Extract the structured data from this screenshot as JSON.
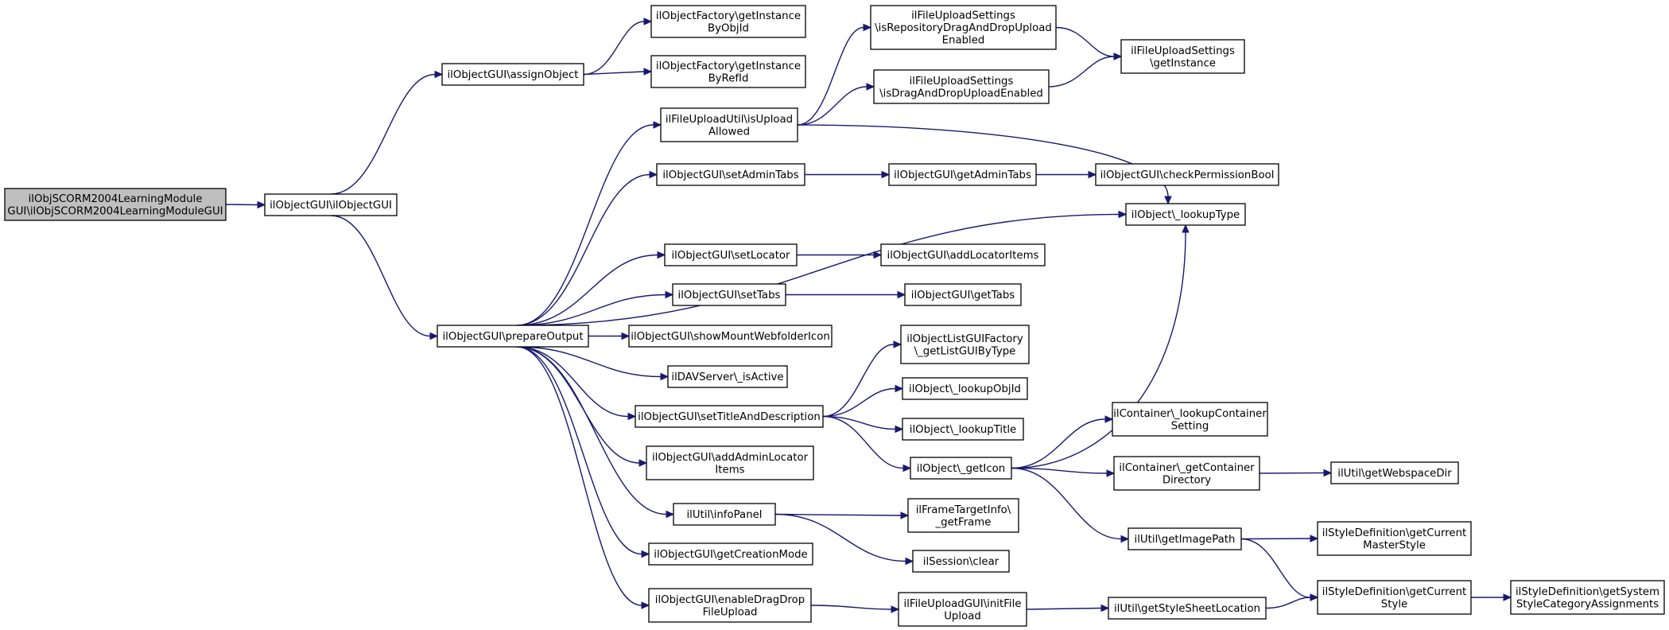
{
  "diagram": {
    "type": "call-graph",
    "colors": {
      "edge": "#191970",
      "node_fill": "#ffffff",
      "root_fill": "#bfbfbf",
      "border": "#000000"
    },
    "nodes": [
      {
        "id": "root",
        "lines": [
          "ilObjSCORM2004LearningModule",
          "GUI\\ilObjSCORM2004LearningModuleGUI"
        ],
        "root": true
      },
      {
        "id": "ctor",
        "lines": [
          "ilObjectGUI\\ilObjectGUI"
        ]
      },
      {
        "id": "assign",
        "lines": [
          "ilObjectGUI\\assignObject"
        ]
      },
      {
        "id": "prepare",
        "lines": [
          "ilObjectGUI\\prepareOutput"
        ]
      },
      {
        "id": "fact_obj",
        "lines": [
          "ilObjectFactory\\getInstance",
          "ByObjId"
        ]
      },
      {
        "id": "fact_ref",
        "lines": [
          "ilObjectFactory\\getInstance",
          "ByRefId"
        ]
      },
      {
        "id": "upload_allowed",
        "lines": [
          "ilFileUploadUtil\\isUpload",
          "Allowed"
        ]
      },
      {
        "id": "repo_dd",
        "lines": [
          "ilFileUploadSettings",
          "\\isRepositoryDragAndDropUpload",
          "Enabled"
        ]
      },
      {
        "id": "dd_enabled",
        "lines": [
          "ilFileUploadSettings",
          "\\isDragAndDropUploadEnabled"
        ]
      },
      {
        "id": "fus_inst",
        "lines": [
          "ilFileUploadSettings",
          "\\getInstance"
        ]
      },
      {
        "id": "set_admin",
        "lines": [
          "ilObjectGUI\\setAdminTabs"
        ]
      },
      {
        "id": "get_admin",
        "lines": [
          "ilObjectGUI\\getAdminTabs"
        ]
      },
      {
        "id": "check_perm",
        "lines": [
          "ilObjectGUI\\checkPermissionBool"
        ]
      },
      {
        "id": "lookup_type",
        "lines": [
          "ilObject\\_lookupType"
        ]
      },
      {
        "id": "set_locator",
        "lines": [
          "ilObjectGUI\\setLocator"
        ]
      },
      {
        "id": "add_locator",
        "lines": [
          "ilObjectGUI\\addLocatorItems"
        ]
      },
      {
        "id": "set_tabs",
        "lines": [
          "ilObjectGUI\\setTabs"
        ]
      },
      {
        "id": "get_tabs",
        "lines": [
          "ilObjectGUI\\getTabs"
        ]
      },
      {
        "id": "mount",
        "lines": [
          "ilObjectGUI\\showMountWebfolderIcon"
        ]
      },
      {
        "id": "dav",
        "lines": [
          "ilDAVServer\\_isActive"
        ]
      },
      {
        "id": "set_title",
        "lines": [
          "ilObjectGUI\\setTitleAndDescription"
        ]
      },
      {
        "id": "list_gui",
        "lines": [
          "ilObjectListGUIFactory",
          "\\_getListGUIByType"
        ]
      },
      {
        "id": "lookup_objid",
        "lines": [
          "ilObject\\_lookupObjId"
        ]
      },
      {
        "id": "lookup_title",
        "lines": [
          "ilObject\\_lookupTitle"
        ]
      },
      {
        "id": "get_icon",
        "lines": [
          "ilObject\\_getIcon"
        ]
      },
      {
        "id": "cont_lookup",
        "lines": [
          "ilContainer\\_lookupContainer",
          "Setting"
        ]
      },
      {
        "id": "cont_dir",
        "lines": [
          "ilContainer\\_getContainer",
          "Directory"
        ]
      },
      {
        "id": "webspace",
        "lines": [
          "ilUtil\\getWebspaceDir"
        ]
      },
      {
        "id": "add_admin_loc",
        "lines": [
          "ilObjectGUI\\addAdminLocator",
          "Items"
        ]
      },
      {
        "id": "info",
        "lines": [
          "ilUtil\\infoPanel"
        ]
      },
      {
        "id": "frame",
        "lines": [
          "ilFrameTargetInfo\\",
          "_getFrame"
        ]
      },
      {
        "id": "session",
        "lines": [
          "ilSession\\clear"
        ]
      },
      {
        "id": "image_path",
        "lines": [
          "ilUtil\\getImagePath"
        ]
      },
      {
        "id": "master_style",
        "lines": [
          "ilStyleDefinition\\getCurrent",
          "MasterStyle"
        ]
      },
      {
        "id": "creation",
        "lines": [
          "ilObjectGUI\\getCreationMode"
        ]
      },
      {
        "id": "style",
        "lines": [
          "ilStyleDefinition\\getCurrent",
          "Style"
        ]
      },
      {
        "id": "sys_style",
        "lines": [
          "ilStyleDefinition\\getSystem",
          "StyleCategoryAssignments"
        ]
      },
      {
        "id": "enable_dd",
        "lines": [
          "ilObjectGUI\\enableDragDrop",
          "FileUpload"
        ]
      },
      {
        "id": "init_file",
        "lines": [
          "ilFileUploadGUI\\initFile",
          "Upload"
        ]
      },
      {
        "id": "stylesheet",
        "lines": [
          "ilUtil\\getStyleSheetLocation"
        ]
      }
    ]
  }
}
